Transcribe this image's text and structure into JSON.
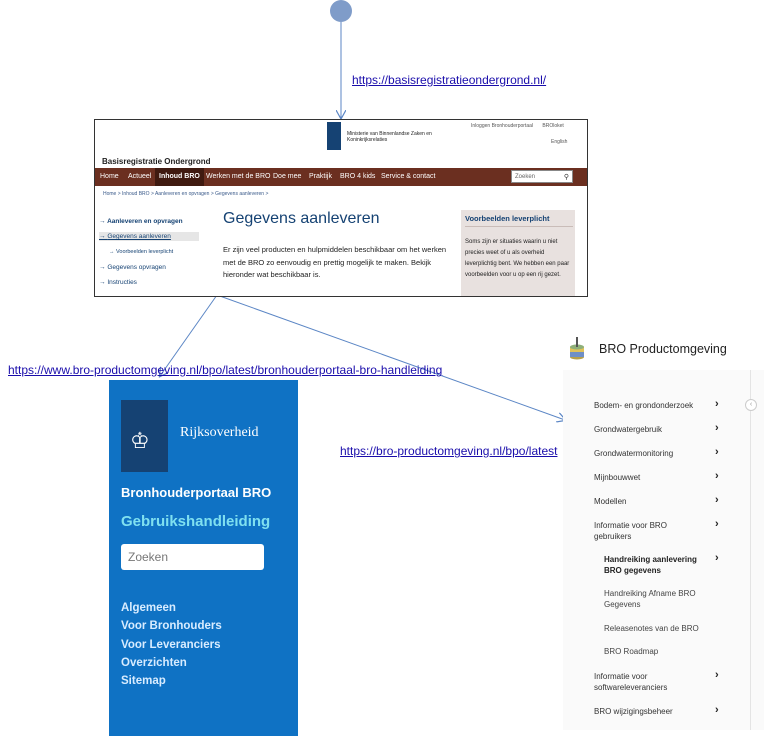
{
  "links": {
    "top": "https://basisregistratieondergrond.nl/",
    "bottom_left": "https://www.bro-productomgeving.nl/bpo/latest/bronhouderportaal-bro-handleiding",
    "bottom_right": "https://bro-productomgeving.nl/bpo/latest"
  },
  "bro_site": {
    "ministry": "Ministerie van Binnenlandse Zaken en Koninkrijksrelaties",
    "top_links": [
      "Inloggen Bronhouderportaal",
      "BROloket"
    ],
    "language": "English",
    "site_title": "Basisregistratie Ondergrond",
    "nav": [
      "Home",
      "Actueel",
      "Inhoud BRO",
      "Werken met de BRO",
      "Doe mee",
      "Praktijk",
      "BRO 4 kids",
      "Service & contact"
    ],
    "search_placeholder": "Zoeken",
    "breadcrumb": "Home  >  Inhoud BRO  >  Aanleveren en opvragen  >  Gegevens aanleveren  >",
    "left_menu": [
      "Aanleveren en opvragen",
      "Gegevens aanleveren",
      "Voorbeelden leverplicht",
      "Gegevens opvragen",
      "Instructies"
    ],
    "heading": "Gegevens aanleveren",
    "paragraph": "Er zijn veel producten en hulpmiddelen beschikbaar om het werken met de BRO zo eenvoudig en prettig mogelijk te maken. Bekijk hieronder wat beschikbaar is.",
    "aside_title": "Voorbeelden leverplicht",
    "aside_text": "Soms zijn er situaties waarin u niet precies weet of u als overheid leverplichtig bent. We hebben een paar voorbeelden voor u op een rij gezet."
  },
  "handleiding": {
    "brand": "Rijksoverheid",
    "title": "Bronhouderportaal BRO",
    "subtitle": "Gebruikshandleiding",
    "search_placeholder": "Zoeken",
    "menu": [
      "Algemeen",
      "Voor Bronhouders",
      "Voor Leveranciers",
      "Overzichten",
      "Sitemap"
    ]
  },
  "productomgeving": {
    "title": "BRO Productomgeving",
    "items": [
      "Bodem- en grondonderzoek",
      "Grondwatergebruik",
      "Grondwatermonitoring",
      "Mijnbouwwet",
      "Modellen",
      "Informatie voor BRO gebruikers",
      "Handreiking aanlevering BRO gegevens",
      "Handreiking Afname BRO Gegevens",
      "Releasenotes van de BRO",
      "BRO Roadmap",
      "Informatie voor softwareleveranciers",
      "BRO wijzigingsbeheer"
    ]
  },
  "colors": {
    "node": "#7f9cc9",
    "arrow": "#5b86c5",
    "nav_brown": "#6b2f20",
    "rijk_blue": "#0f72c4",
    "accent_cyan": "#7fe0f0"
  }
}
